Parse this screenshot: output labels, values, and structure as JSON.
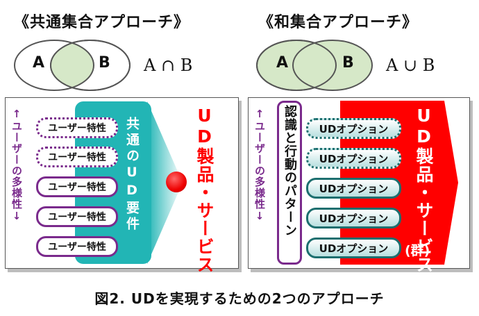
{
  "left": {
    "title": "《共通集合アプローチ》",
    "set_a": "A",
    "set_b": "B",
    "formula": "A ∩ B",
    "diversity_label": "↑ユーザーの多様性↓",
    "user_traits": [
      "ユーザー特性",
      "ユーザー特性",
      "ユーザー特性",
      "ユーザー特性",
      "ユーザー特性"
    ],
    "requirements_label": "共通のUD要件",
    "product_label": "UD製品・サービス"
  },
  "right": {
    "title": "《和集合アプローチ》",
    "set_a": "A",
    "set_b": "B",
    "formula": "A ∪ B",
    "diversity_label": "↑ユーザーの多様性↓",
    "recognition_label": "認識と行動のパターン",
    "ud_options": [
      "UDオプション",
      "UDオプション",
      "UDオプション",
      "UDオプション",
      "UDオプション"
    ],
    "product_label": "UD製品・サービス",
    "product_group": "(群)"
  },
  "caption": "図2. UDを実現するための2つのアプローチ",
  "colors": {
    "teal": "#22b5b5",
    "red": "#ff0000",
    "purple": "#7a2a8c",
    "venn_fill": "#d6e8c8"
  }
}
